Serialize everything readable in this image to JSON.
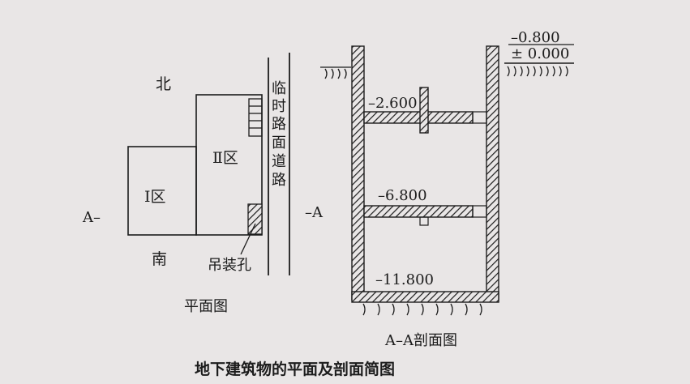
{
  "plan": {
    "north_label": "北",
    "south_label": "南",
    "zone1_label": "Ⅰ区",
    "zone2_label": "Ⅱ区",
    "road_label_chars": [
      "临",
      "时",
      "路",
      "面",
      "道",
      "路"
    ],
    "hoist_label": "吊装孔",
    "section_marker_left": "A–",
    "section_marker_right": "–A",
    "title": "平面图"
  },
  "section": {
    "ground_level_top": "–0.800",
    "ground_level": "± 0.000",
    "level_1": "–2.600",
    "level_2": "–6.800",
    "level_3": "–11.800",
    "title": "A–A剖面图"
  },
  "figure_caption": "地下建筑物的平面及剖面简图",
  "colors": {
    "background": "#e9e6e6",
    "ink": "#1c1c1c"
  }
}
